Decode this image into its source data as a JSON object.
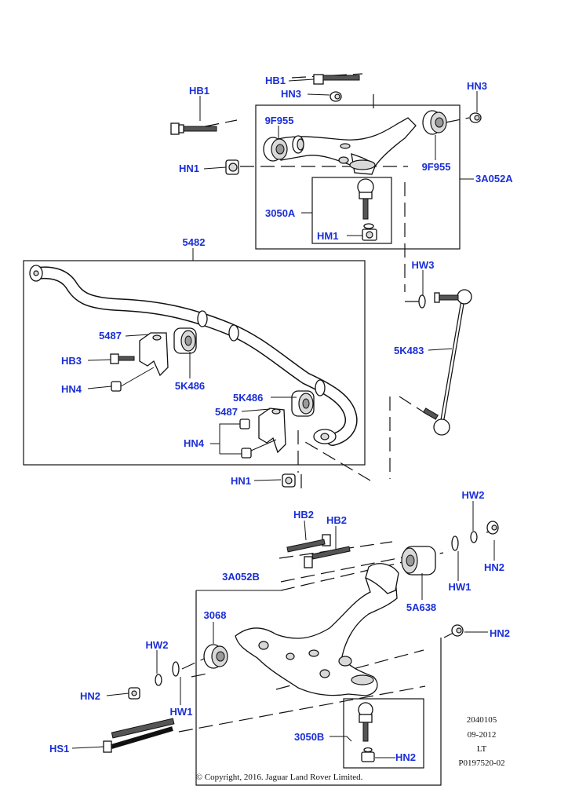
{
  "labels": {
    "hb1_top": "HB1",
    "hb1_left": "HB1",
    "hn3_top": "HN3",
    "hn3_right": "HN3",
    "f9955_left": "9F955",
    "f9955_right": "9F955",
    "hn1_top": "HN1",
    "a3052a": "3A052A",
    "a3050a": "3050A",
    "hm1": "HM1",
    "p5482": "5482",
    "hw3": "HW3",
    "p5487_top": "5487",
    "hb3": "HB3",
    "k5486_left": "5K486",
    "hn4_top": "HN4",
    "k5483": "5K483",
    "k5486_right": "5K486",
    "p5487_bottom": "5487",
    "hn4_bottom": "HN4",
    "hn1_mid": "HN1",
    "hw2_right": "HW2",
    "hb2_left": "HB2",
    "hb2_right": "HB2",
    "hn2_right_top": "HN2",
    "a3052b": "3A052B",
    "hw1_right": "HW1",
    "a5638": "5A638",
    "p3068": "3068",
    "hn2_right_mid": "HN2",
    "hw2_left": "HW2",
    "hn2_left": "HN2",
    "hw1_left": "HW1",
    "hs1": "HS1",
    "a3050b": "3050B",
    "hn2_bottom": "HN2"
  },
  "meta": {
    "code": "2040105",
    "date": "09-2012",
    "region": "LT",
    "ref": "P0197520-02"
  },
  "copyright": "© Copyright, 2016. Jaguar Land Rover Limited."
}
